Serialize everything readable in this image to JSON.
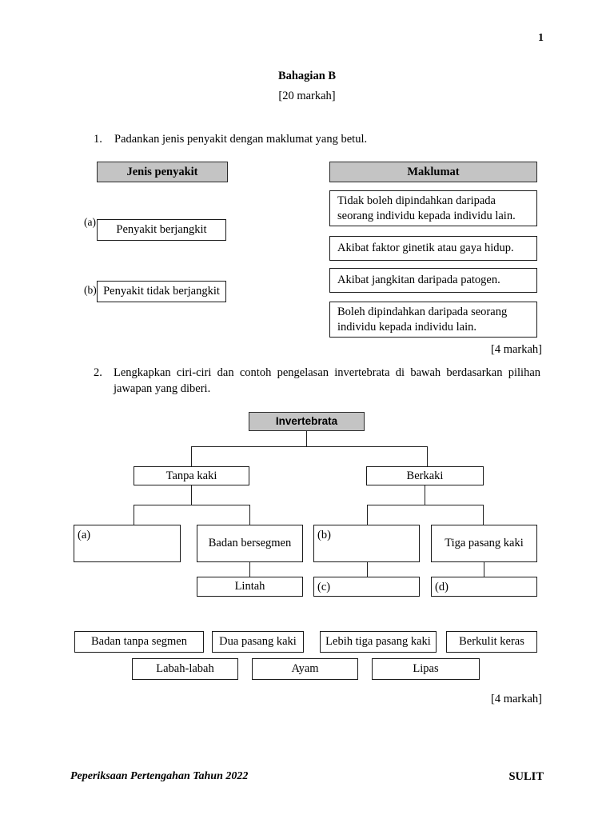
{
  "page": {
    "number": "1",
    "section_title": "Bahagian B",
    "section_marks": "[20 markah]"
  },
  "question1": {
    "number": "1.",
    "text": "Padankan jenis penyakit dengan maklumat yang betul.",
    "left_header": "Jenis penyakit",
    "right_header": "Maklumat",
    "left_items": [
      {
        "label": "(a)",
        "text": "Penyakit berjangkit"
      },
      {
        "label": "(b)",
        "text": "Penyakit tidak berjangkit"
      }
    ],
    "right_items": [
      {
        "text": "Tidak boleh dipindahkan daripada seorang individu kepada individu lain."
      },
      {
        "text": "Akibat faktor ginetik atau gaya hidup."
      },
      {
        "text": "Akibat jangkitan daripada patogen."
      },
      {
        "text": "Boleh dipindahkan daripada seorang individu kepada individu lain."
      }
    ],
    "marks": "[4 markah]"
  },
  "question2": {
    "number": "2.",
    "text": "Lengkapkan ciri-ciri dan contoh pengelasan invertebrata di bawah berdasarkan pilihan jawapan yang diberi.",
    "tree": {
      "root": "Invertebrata",
      "level1": [
        {
          "text": "Tanpa kaki"
        },
        {
          "text": "Berkaki"
        }
      ],
      "level2": [
        {
          "label": "(a)",
          "text": ""
        },
        {
          "label": "",
          "text": "Badan bersegmen"
        },
        {
          "label": "(b)",
          "text": ""
        },
        {
          "label": "",
          "text": "Tiga pasang kaki"
        }
      ],
      "level3": [
        {
          "label": "",
          "text": "Lintah"
        },
        {
          "label": "(c)",
          "text": ""
        },
        {
          "label": "(d)",
          "text": ""
        }
      ]
    },
    "answer_choices_row1": [
      "Badan tanpa segmen",
      "Dua pasang kaki",
      "Lebih tiga pasang kaki",
      "Berkulit keras"
    ],
    "answer_choices_row2": [
      "Labah-labah",
      "Ayam",
      "Lipas"
    ],
    "marks": "[4 markah]"
  },
  "footer": {
    "left": "Peperiksaan Pertengahan Tahun 2022",
    "right": "SULIT"
  }
}
